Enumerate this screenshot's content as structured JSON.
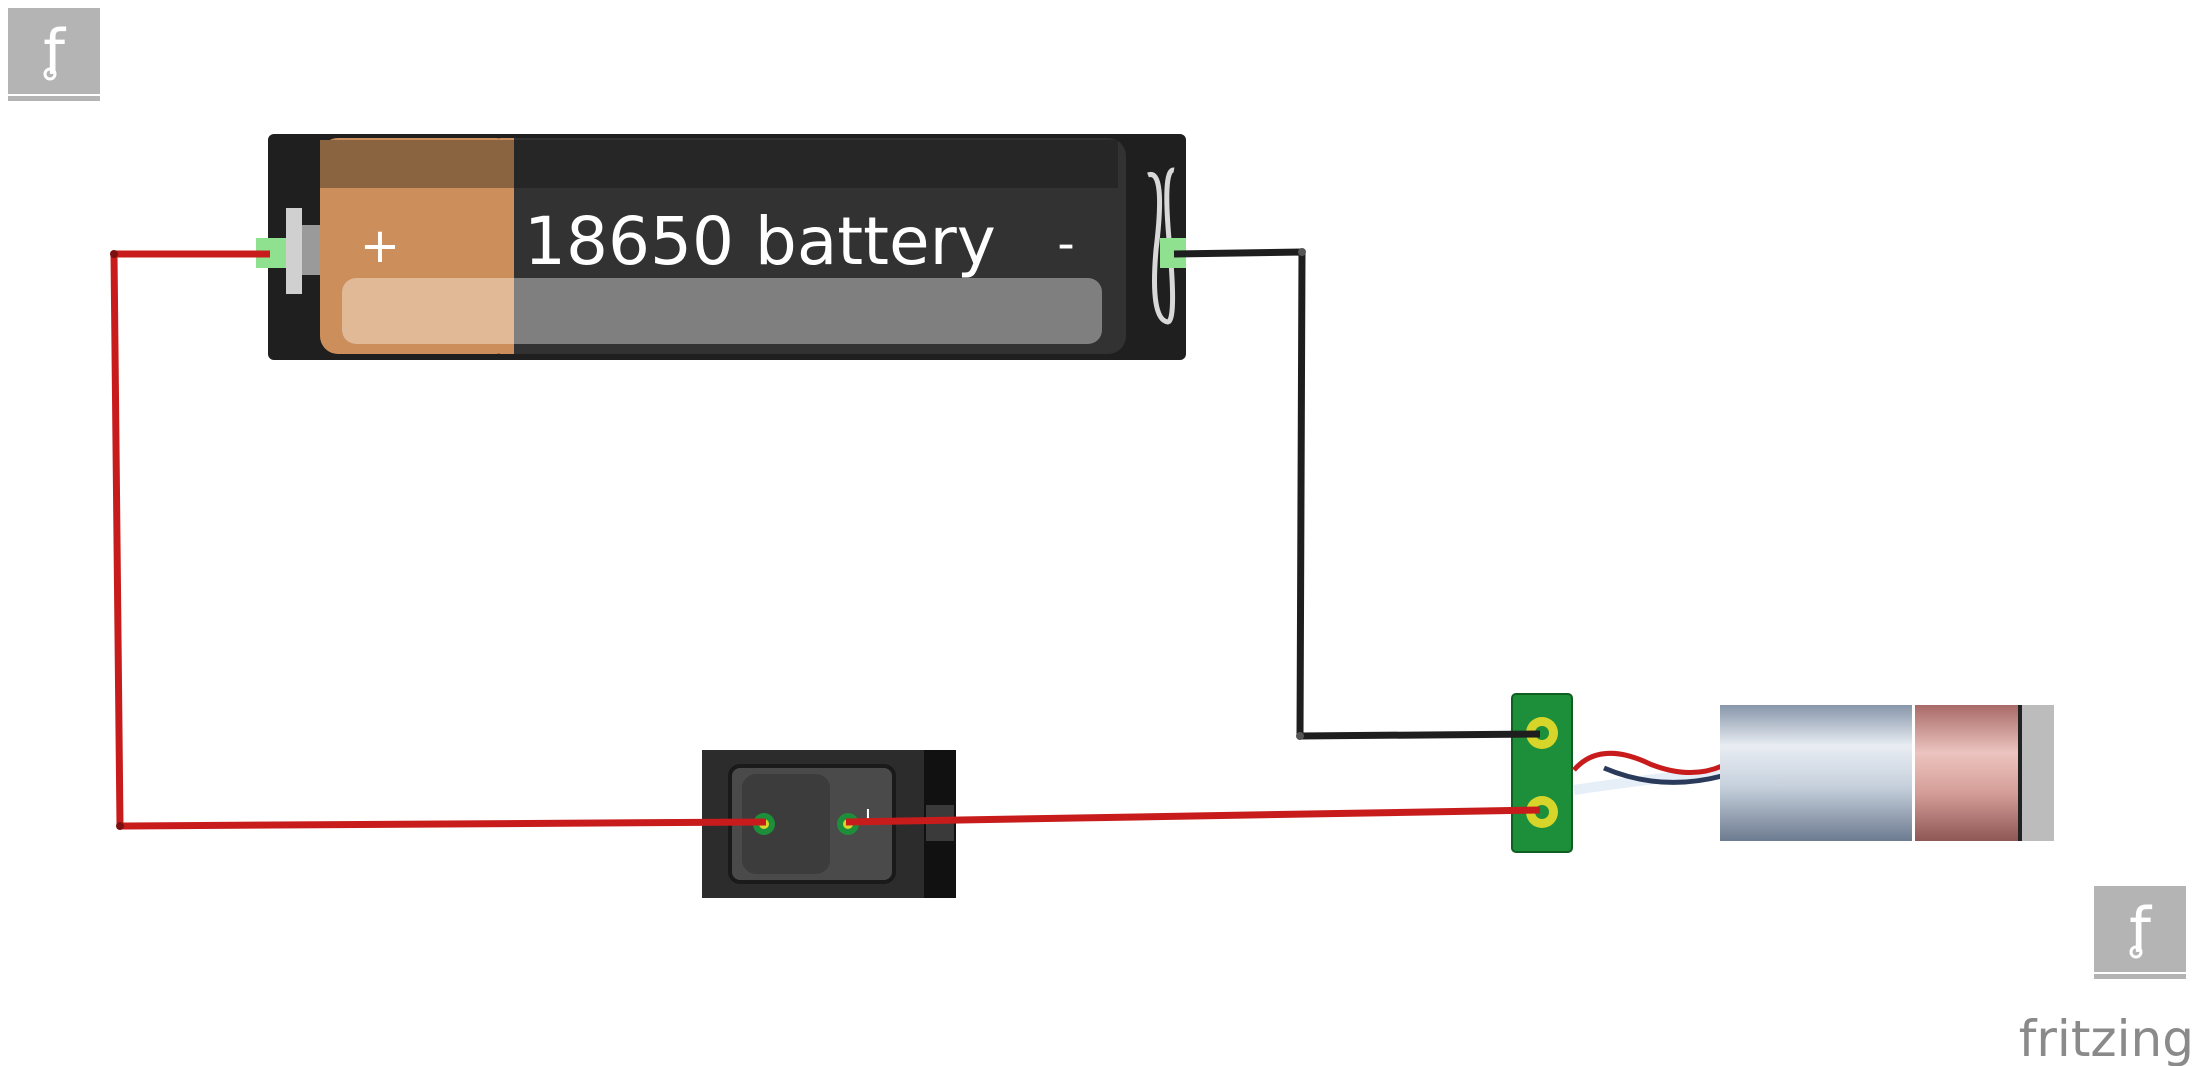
{
  "diagram": {
    "battery": {
      "label": "18650 battery",
      "plus_sign": "+",
      "minus_sign": "-"
    },
    "switch": {
      "mark": "I"
    },
    "watermark": {
      "logo_letter": "f",
      "brand": "fritzing"
    }
  },
  "colors": {
    "red_wire": "#c81c1c",
    "black_wire": "#1e1e1e",
    "battery_holder": "#1f1f1f",
    "battery_copper": "#cc8f5b",
    "battery_body": "#323232",
    "pcb_green": "#1d8f3a",
    "pad_yellow": "#d7d52a",
    "motor_silver": "#c7d1dc",
    "motor_copper": "#d39c96",
    "logo_gray": "#b4b4b4",
    "connector_green": "#8fe08f"
  },
  "icons": [
    "fritzing-logo-icon",
    "battery-icon",
    "rocker-switch-icon",
    "dc-motor-icon"
  ]
}
